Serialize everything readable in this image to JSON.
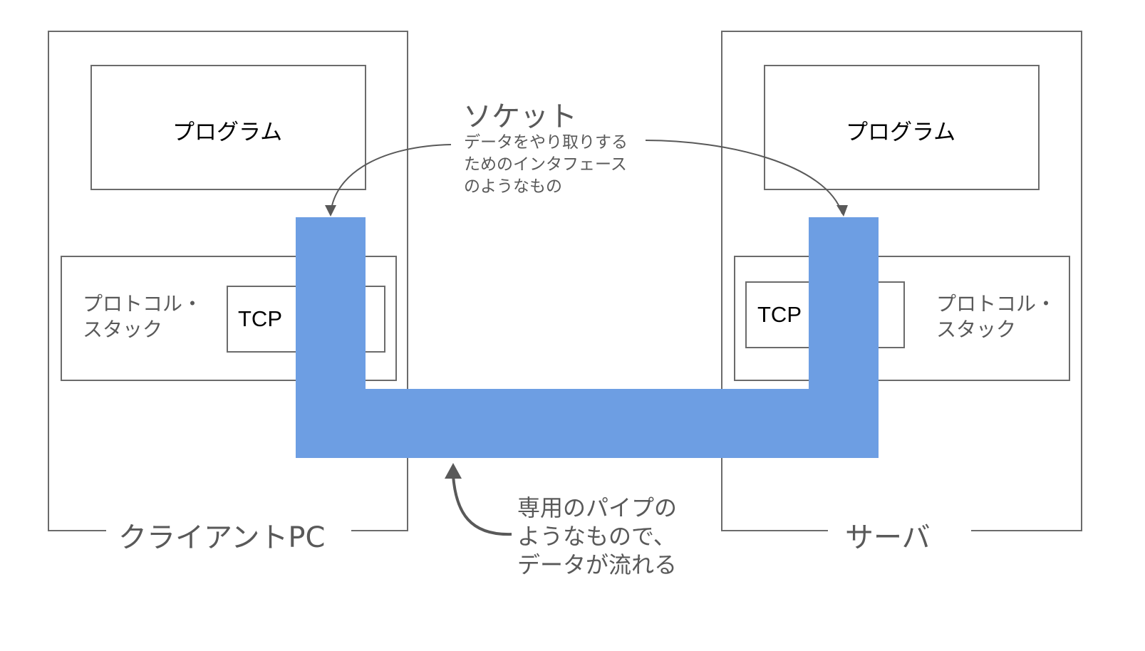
{
  "colors": {
    "pipe": "#6d9ee3",
    "border": "#6b6b6b",
    "label_text": "#595959",
    "arrow": "#595959"
  },
  "client": {
    "title": "クライアントPC",
    "program_label": "プログラム",
    "stack_label_line1": "プロトコル・",
    "stack_label_line2": "スタック",
    "tcp_label": "TCP"
  },
  "server": {
    "title": "サーバ",
    "program_label": "プログラム",
    "stack_label_line1": "プロトコル・",
    "stack_label_line2": "スタック",
    "tcp_label": "TCP"
  },
  "socket_note": {
    "title": "ソケット",
    "line1": "データをやり取りする",
    "line2": "ためのインタフェース",
    "line3": "のようなもの"
  },
  "pipe_note": {
    "line1": "専用のパイプの",
    "line2": "ようなもので、",
    "line3": "データが流れる"
  },
  "icons": {
    "socket_arrows": "curved-arrow-icon",
    "pipe_arrow": "curved-arrow-icon"
  }
}
